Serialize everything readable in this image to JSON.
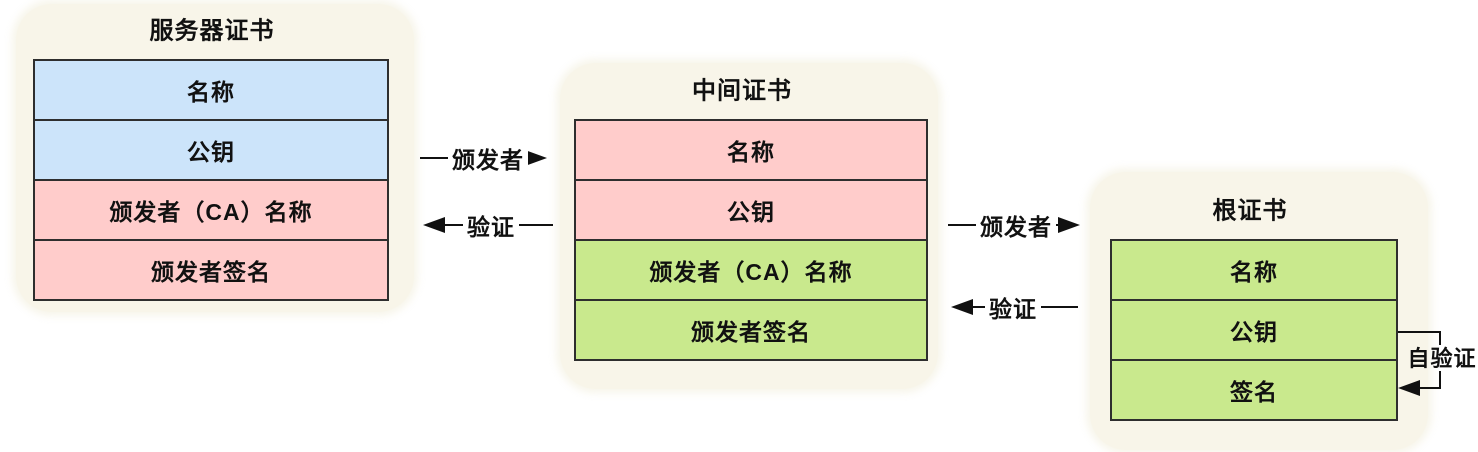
{
  "palette": {
    "card_background": "#f8f5e9",
    "row_blue": "#cce4fa",
    "row_pink": "#ffcccb",
    "row_green": "#c9e98d",
    "border": "#2e2e2e",
    "line": "#111111",
    "page_background": "#ffffff"
  },
  "certificates": [
    {
      "title": "服务器证书",
      "rows": [
        {
          "label": "名称",
          "color": "blue"
        },
        {
          "label": "公钥",
          "color": "blue"
        },
        {
          "label": "颁发者（CA）名称",
          "color": "pink"
        },
        {
          "label": "颁发者签名",
          "color": "pink"
        }
      ]
    },
    {
      "title": "中间证书",
      "rows": [
        {
          "label": "名称",
          "color": "pink"
        },
        {
          "label": "公钥",
          "color": "pink"
        },
        {
          "label": "颁发者（CA）名称",
          "color": "green"
        },
        {
          "label": "颁发者签名",
          "color": "green"
        }
      ]
    },
    {
      "title": "根证书",
      "rows": [
        {
          "label": "名称",
          "color": "green"
        },
        {
          "label": "公钥",
          "color": "green"
        },
        {
          "label": "签名",
          "color": "green"
        }
      ]
    }
  ],
  "arrows": {
    "issuer_1": {
      "label": "颁发者",
      "direction": "right",
      "from": "服务器证书",
      "to": "中间证书"
    },
    "verify_1": {
      "label": "验证",
      "direction": "left",
      "from": "中间证书",
      "to": "服务器证书"
    },
    "issuer_2": {
      "label": "颁发者",
      "direction": "right",
      "from": "中间证书",
      "to": "根证书"
    },
    "verify_2": {
      "label": "验证",
      "direction": "left",
      "from": "根证书",
      "to": "中间证书"
    },
    "self_verify": {
      "label": "自验证",
      "direction": "self-loop",
      "from": "根证书 公钥",
      "to": "根证书 签名"
    }
  }
}
